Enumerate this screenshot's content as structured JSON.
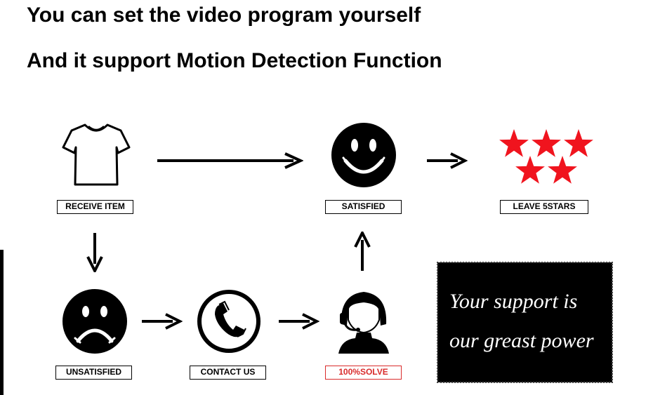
{
  "headings": {
    "line1": "You can set the video program yourself",
    "line2": "And it support Motion Detection Function"
  },
  "flow": {
    "receive_item": {
      "label": "RECEIVE ITEM",
      "icon": "tshirt-icon"
    },
    "satisfied": {
      "label": "SATISFIED",
      "icon": "smiley-face-icon"
    },
    "leave_5stars": {
      "label": "LEAVE 5STARS",
      "icon": "five-stars-icon"
    },
    "unsatisfied": {
      "label": "UNSATISFIED",
      "icon": "sad-face-icon"
    },
    "contact_us": {
      "label": "CONTACT US",
      "icon": "phone-icon"
    },
    "solve": {
      "label": "100%SOLVE",
      "icon": "support-agent-icon"
    }
  },
  "quote": {
    "line1": "Your support is",
    "line2": "our greast power"
  },
  "colors": {
    "star": "#f0141e",
    "solve_label": "#d92b2b",
    "quote_background": "#000000",
    "quote_text": "#ffffff"
  }
}
